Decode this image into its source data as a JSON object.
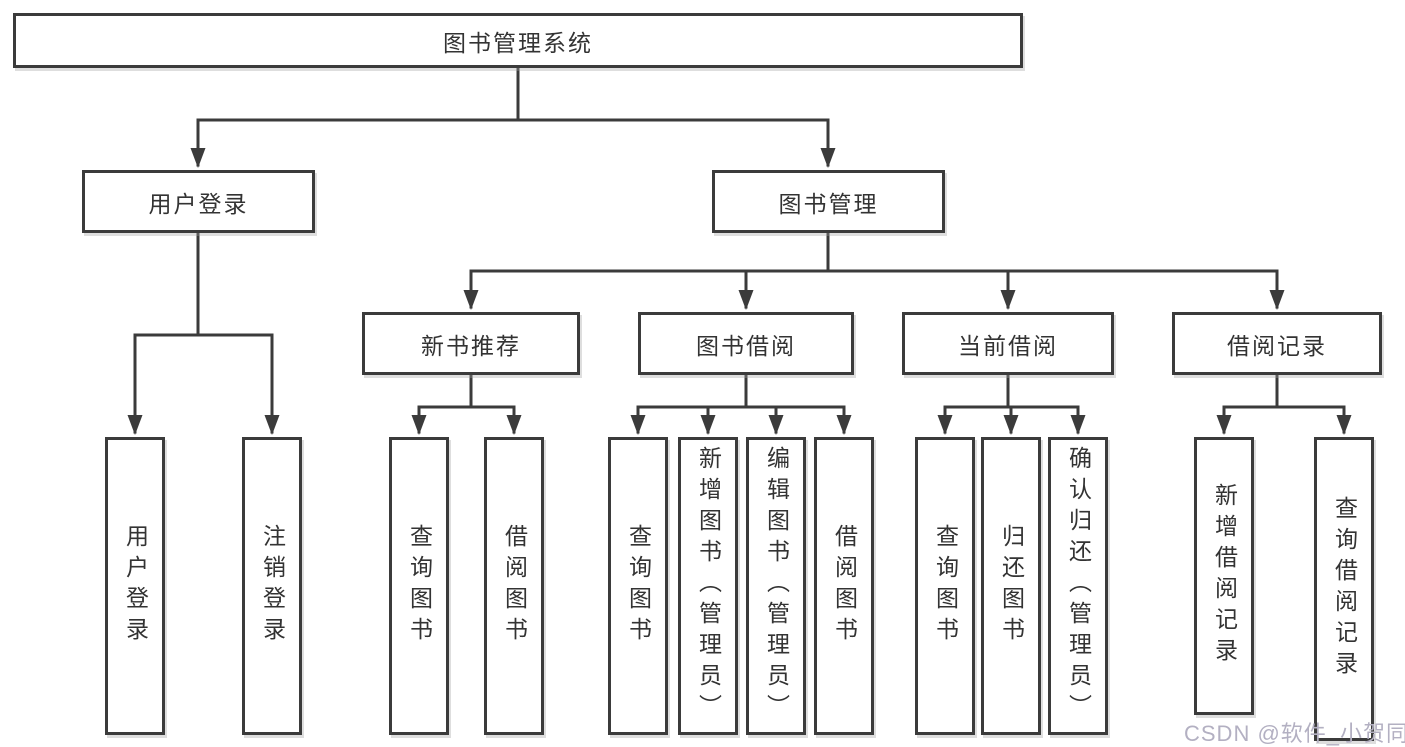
{
  "diagram_title": "图书管理系统",
  "tree": {
    "root": {
      "label": "图书管理系统"
    },
    "branches": [
      {
        "label": "用户登录",
        "children": [
          "用户登录",
          "注销登录"
        ]
      },
      {
        "label": "图书管理",
        "sections": [
          {
            "label": "新书推荐",
            "children": [
              "查询图书",
              "借阅图书"
            ]
          },
          {
            "label": "图书借阅",
            "children": [
              "查询图书",
              "新增图书（管理员）",
              "编辑图书（管理员）",
              "借阅图书"
            ]
          },
          {
            "label": "当前借阅",
            "children": [
              "查询图书",
              "归还图书",
              "确认归还（管理员）"
            ]
          },
          {
            "label": "借阅记录",
            "children": [
              "新增借阅记录",
              "查询借阅记录"
            ]
          }
        ]
      }
    ]
  },
  "watermark": "CSDN @软件_小贺同学",
  "colors": {
    "line": "#3b3b3b",
    "text": "#333333",
    "background": "#ffffff",
    "watermark": "#b3b0c2"
  }
}
